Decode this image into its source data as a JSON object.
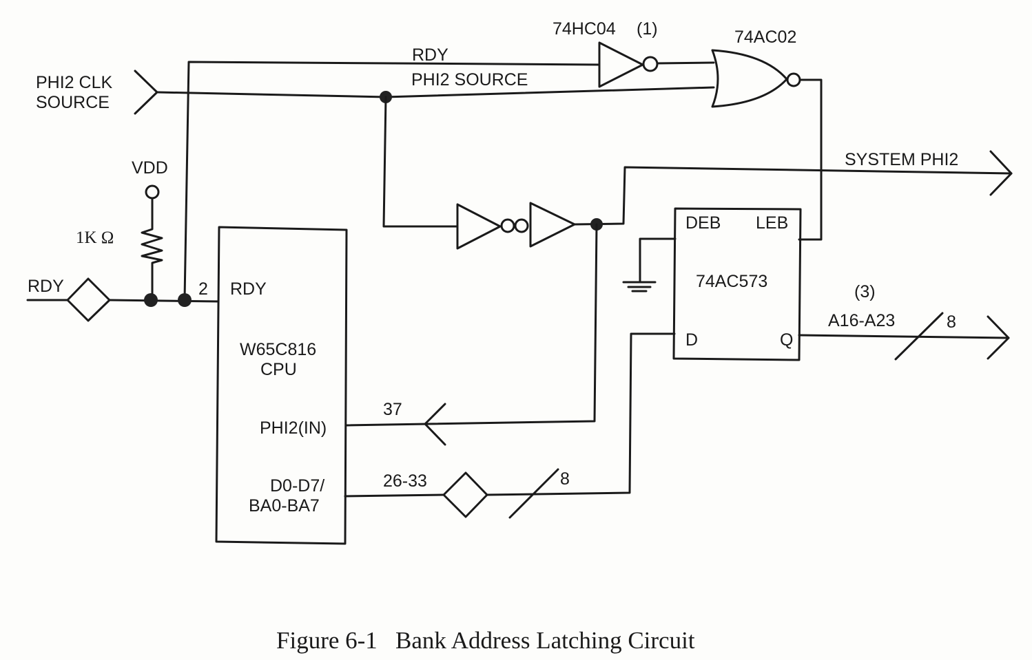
{
  "figure": {
    "caption": "Figure 6-1   Bank Address Latching Circuit"
  },
  "inputs": {
    "phi2_clk_source_line1": "PHI2 CLK",
    "phi2_clk_source_line2": "SOURCE",
    "rdy_in": "RDY",
    "vdd": "VDD",
    "resistor": "1K  Ω"
  },
  "nets": {
    "rdy_top": "RDY",
    "phi2_source": "PHI2 SOURCE",
    "system_phi2": "SYSTEM PHI2",
    "bank_addr": "A16-A23",
    "bank_addr_note": "(3)",
    "bus_width_out": "8",
    "bus_width_in": "8"
  },
  "gates": {
    "inverter": "74HC04",
    "inverter_note": "(1)",
    "nor": "74AC02"
  },
  "cpu": {
    "name_line1": "W65C816",
    "name_line2": "CPU",
    "pin_rdy": "RDY",
    "pin_rdy_num": "2",
    "pin_phi2": "PHI2(IN)",
    "pin_phi2_num": "37",
    "pin_data_line1": "D0-D7/",
    "pin_data_line2": "BA0-BA7",
    "pin_data_num": "26-33"
  },
  "latch": {
    "name": "74AC573",
    "pin_deb": "DEB",
    "pin_leb": "LEB",
    "pin_d": "D",
    "pin_q": "Q"
  }
}
